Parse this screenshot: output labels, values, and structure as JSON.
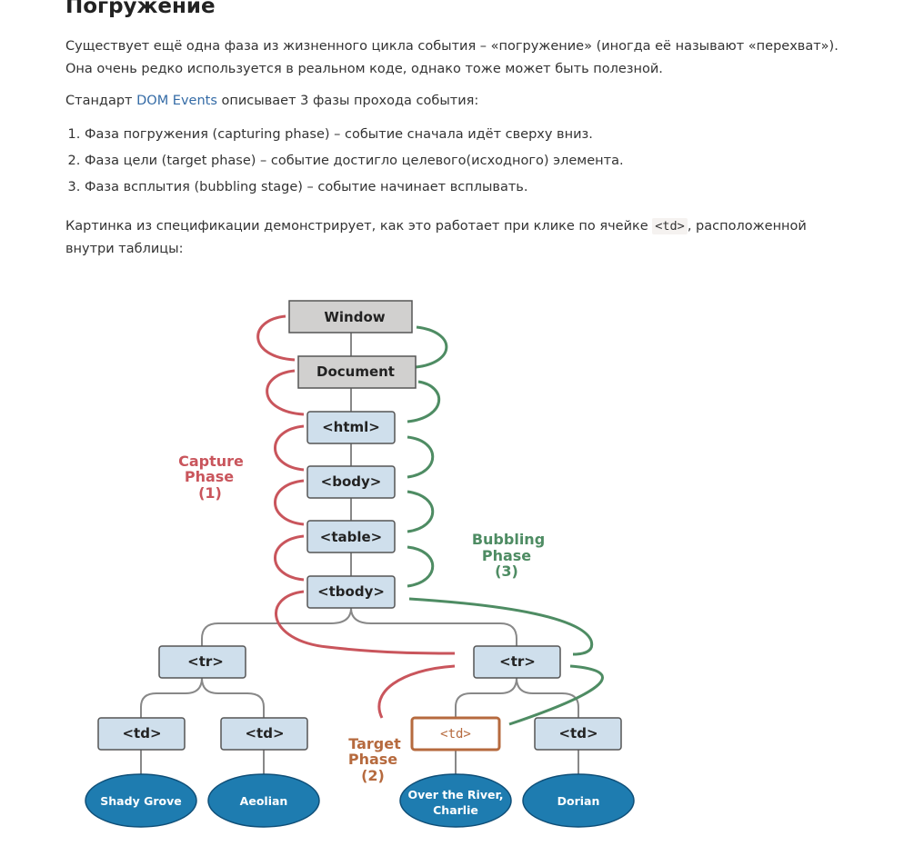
{
  "heading": "Погружение",
  "intro": {
    "line1": "Существует ещё одна фаза из жизненного цикла события – «погружение» (иногда её называют «перехват»).",
    "line2": "Она очень редко используется в реальном коде, однако тоже может быть полезной."
  },
  "standard": {
    "before": "Стандарт ",
    "link": "DOM Events",
    "after": " описывает 3 фазы прохода события:"
  },
  "phases": [
    "Фаза погружения (capturing phase) – событие сначала идёт сверху вниз.",
    "Фаза цели (target phase) – событие достигло целевого(исходного) элемента.",
    "Фаза всплытия (bubbling stage) – событие начинает всплывать."
  ],
  "picture_text": {
    "before": "Картинка из спецификации демонстрирует, как это работает при клике по ячейке ",
    "code": "<td>",
    "after": ", расположенной внутри таблицы:"
  },
  "diagram": {
    "nodes": {
      "window": "Window",
      "document": "Document",
      "html": "<html>",
      "body": "<body>",
      "table": "<table>",
      "tbody": "<tbody>",
      "tr_left": "<tr>",
      "tr_right": "<tr>",
      "td1": "<td>",
      "td2": "<td>",
      "td_target": "<td>",
      "td4": "<td>"
    },
    "leaves": {
      "leaf1": "Shady Grove",
      "leaf2": "Aeolian",
      "leaf3_line1": "Over the River,",
      "leaf3_line2": "Charlie",
      "leaf4": "Dorian"
    },
    "labels": {
      "capture": [
        "Capture",
        "Phase",
        "(1)"
      ],
      "bubbling": [
        "Bubbling",
        "Phase",
        "(3)"
      ],
      "target": [
        "Target",
        "Phase",
        "(2)"
      ]
    },
    "colors": {
      "capture": "#c9555c",
      "bubbling": "#4e8c63",
      "target": "#b66a3e",
      "leaf": "#1e7cb0",
      "node_fill": "#cfdfec",
      "top_fill": "#d1d0cf"
    }
  }
}
